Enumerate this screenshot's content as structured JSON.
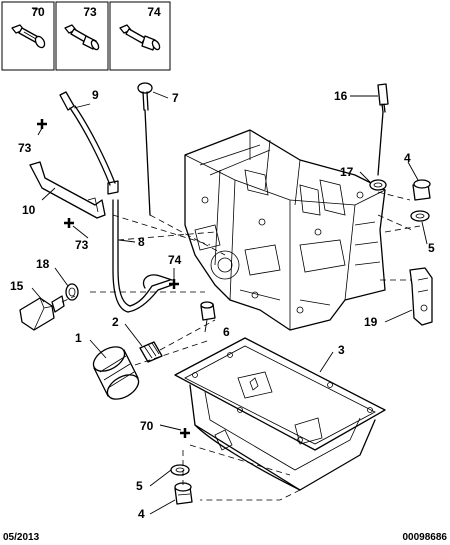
{
  "header_boxes": [
    {
      "label": "70",
      "icon": "bolt-with-washer-icon"
    },
    {
      "label": "73",
      "icon": "bolt-with-spacer-icon"
    },
    {
      "label": "74",
      "icon": "bolt-with-collar-icon"
    }
  ],
  "callouts": {
    "c1": "1",
    "c2": "2",
    "c3": "3",
    "c4a": "4",
    "c4b": "4",
    "c5a": "5",
    "c5b": "5",
    "c6": "6",
    "c7": "7",
    "c8": "8",
    "c9": "9",
    "c10": "10",
    "c15": "15",
    "c16": "16",
    "c17": "17",
    "c18": "18",
    "c19": "19",
    "c70": "70",
    "c73a": "73",
    "c73b": "73",
    "c74": "74"
  },
  "footer": {
    "date": "05/2013",
    "reference": "00098686"
  }
}
